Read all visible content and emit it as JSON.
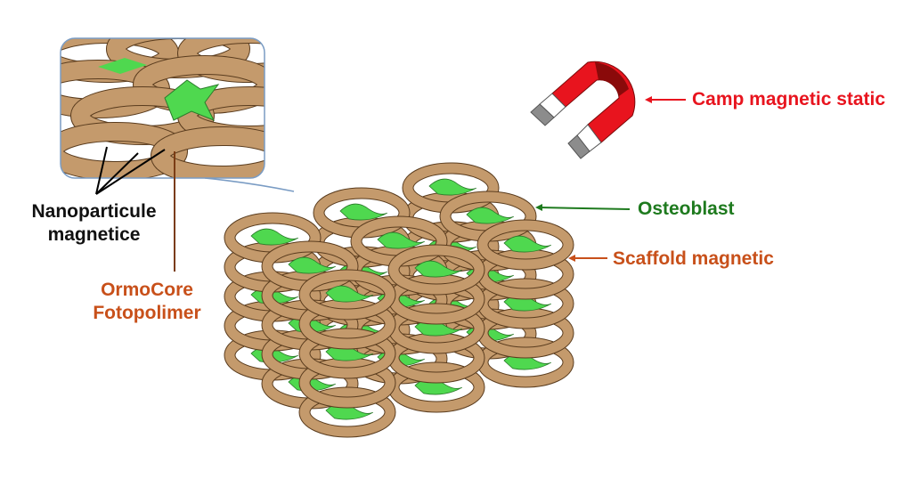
{
  "labels": {
    "nanoparticles_line1": "Nanoparticule",
    "nanoparticles_line2": "magnetice",
    "ormocore_line1": "OrmoCore",
    "ormocore_line2": "Fotopolimer",
    "magnetic_field": "Camp magnetic static",
    "osteoblast": "Osteoblast",
    "scaffold": "Scaffold magnetic"
  },
  "colors": {
    "black_label": "#111111",
    "ormocore": "#c8501a",
    "magnetic_field": "#e8141e",
    "osteoblast": "#1e7a1e",
    "scaffold": "#c8501a",
    "ring": "#c49a6c",
    "ring_edge": "#5a3c1e",
    "cell": "#4fd84f",
    "magnet_red": "#e8141e"
  }
}
